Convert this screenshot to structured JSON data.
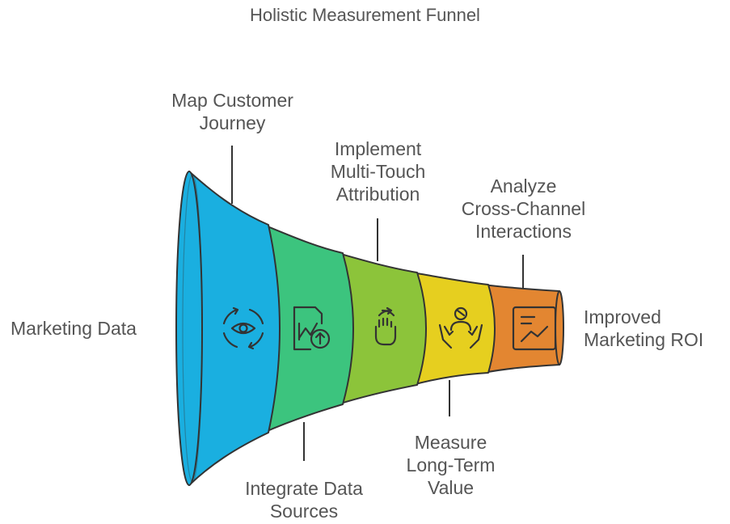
{
  "title": "Holistic Measurement Funnel",
  "input_label": "Marketing Data",
  "output_label": [
    "Improved",
    "Marketing ROI"
  ],
  "colors": {
    "stage1": "#1aafe0",
    "stage2": "#3cc47e",
    "stage3": "#8cc43a",
    "stage4": "#e6cf1f",
    "stage5": "#e38631",
    "stroke": "#333333",
    "text": "#555555"
  },
  "stages": [
    {
      "label": [
        "Map Customer",
        "Journey"
      ],
      "icon": "eye-cycle-icon",
      "position": "top"
    },
    {
      "label": [
        "Integrate Data",
        "Sources"
      ],
      "icon": "chart-upload-icon",
      "position": "bottom"
    },
    {
      "label": [
        "Implement",
        "Multi-Touch",
        "Attribution"
      ],
      "icon": "hand-gesture-icon",
      "position": "top"
    },
    {
      "label": [
        "Measure",
        "Long-Term",
        "Value"
      ],
      "icon": "person-hands-icon",
      "position": "bottom"
    },
    {
      "label": [
        "Analyze",
        "Cross-Channel",
        "Interactions"
      ],
      "icon": "trend-chart-icon",
      "position": "top"
    }
  ]
}
